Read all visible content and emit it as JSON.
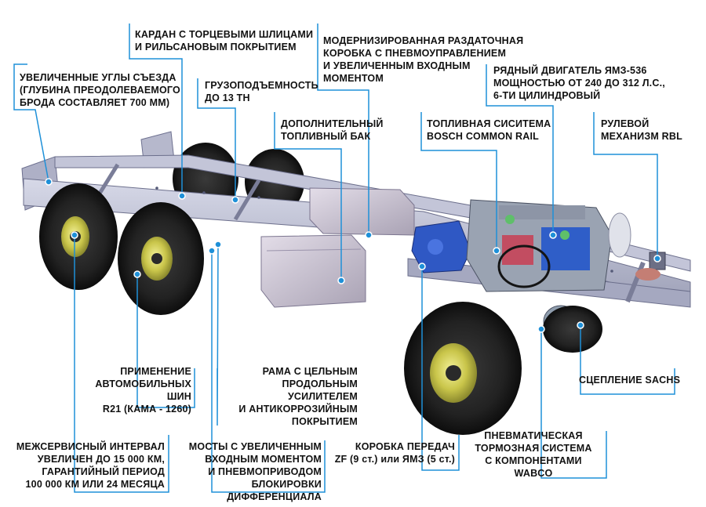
{
  "accent_color": "#1e90d8",
  "labels": {
    "kardan": "КАРДАН С ТОРЦЕВЫМИ ШЛИЦАМИ\nИ РИЛЬСАНОВЫМ ПОКРЫТИЕМ",
    "razdatka": "МОДЕРНИЗИРОВАННАЯ РАЗДАТОЧНАЯ\nКОРОБКА С ПНЕВМОУПРАВЛЕНИЕМ\nИ УВЕЛИЧЕННЫМ ВХОДНЫМ\nМОМЕНТОМ",
    "ugly": "УВЕЛИЧЕННЫЕ УГЛЫ СЪЕЗДА\n(ГЛУБИНА ПРЕОДОЛЕВАЕМОГО\nБРОДА СОСТАВЛЯЕТ 700 ММ)",
    "dvigatel": "РЯДНЫЙ ДВИГАТЕЛЬ ЯМЗ-536\nМОЩНОСТЬЮ ОТ 240 ДО 312 Л.С.,\n6-ТИ ЦИЛИНДРОВЫЙ",
    "gruz": "ГРУЗОПОДЪЕМНОСТЬ\nДО 13 ТН",
    "bak": "ДОПОЛНИТЕЛЬНЫЙ\nТОПЛИВНЫЙ БАК",
    "toplivnaya": "ТОПЛИВНАЯ СИСИТЕМА\nBOSCH COMMON RAIL",
    "rul": "РУЛЕВОЙ\nМЕХАНИЗМ RBL",
    "shiny": "ПРИМЕНЕНИЕ\nАВТОМОБИЛЬНЫХ ШИН\nR21 (КАМА - 1260)",
    "rama": "РАМА С ЦЕЛЬНЫМ\nПРОДОЛЬНЫМ УСИЛИТЕЛЕМ\nИ АНТИКОРРОЗИЙНЫМ\nПОКРЫТИЕМ",
    "sceplenie": "СЦЕПЛЕНИЕ SACHS",
    "interval": "МЕЖСЕРВИСНЫЙ ИНТЕРВАЛ\nУВЕЛИЧЕН ДО 15 000 КМ,\nГАРАНТИЙНЫЙ ПЕРИОД\n100 000 КМ ИЛИ 24 МЕСЯЦА",
    "mosty": "МОСТЫ С УВЕЛИЧЕННЫМ\nВХОДНЫМ МОМЕНТОМ\nИ ПНЕВМОПРИВОДОМ\nБЛОКИРОВКИ ДИФФЕРЕНЦИАЛА",
    "korobka": "КОРОБКА ПЕРЕДАЧ\nZF (9 ст.) или ЯМЗ (5 ст.)",
    "tormoz": "ПНЕВМАТИЧЕСКАЯ\nТОРМОЗНАЯ СИСТЕМА\nС КОМПОНЕНТАМИ WABCO"
  }
}
